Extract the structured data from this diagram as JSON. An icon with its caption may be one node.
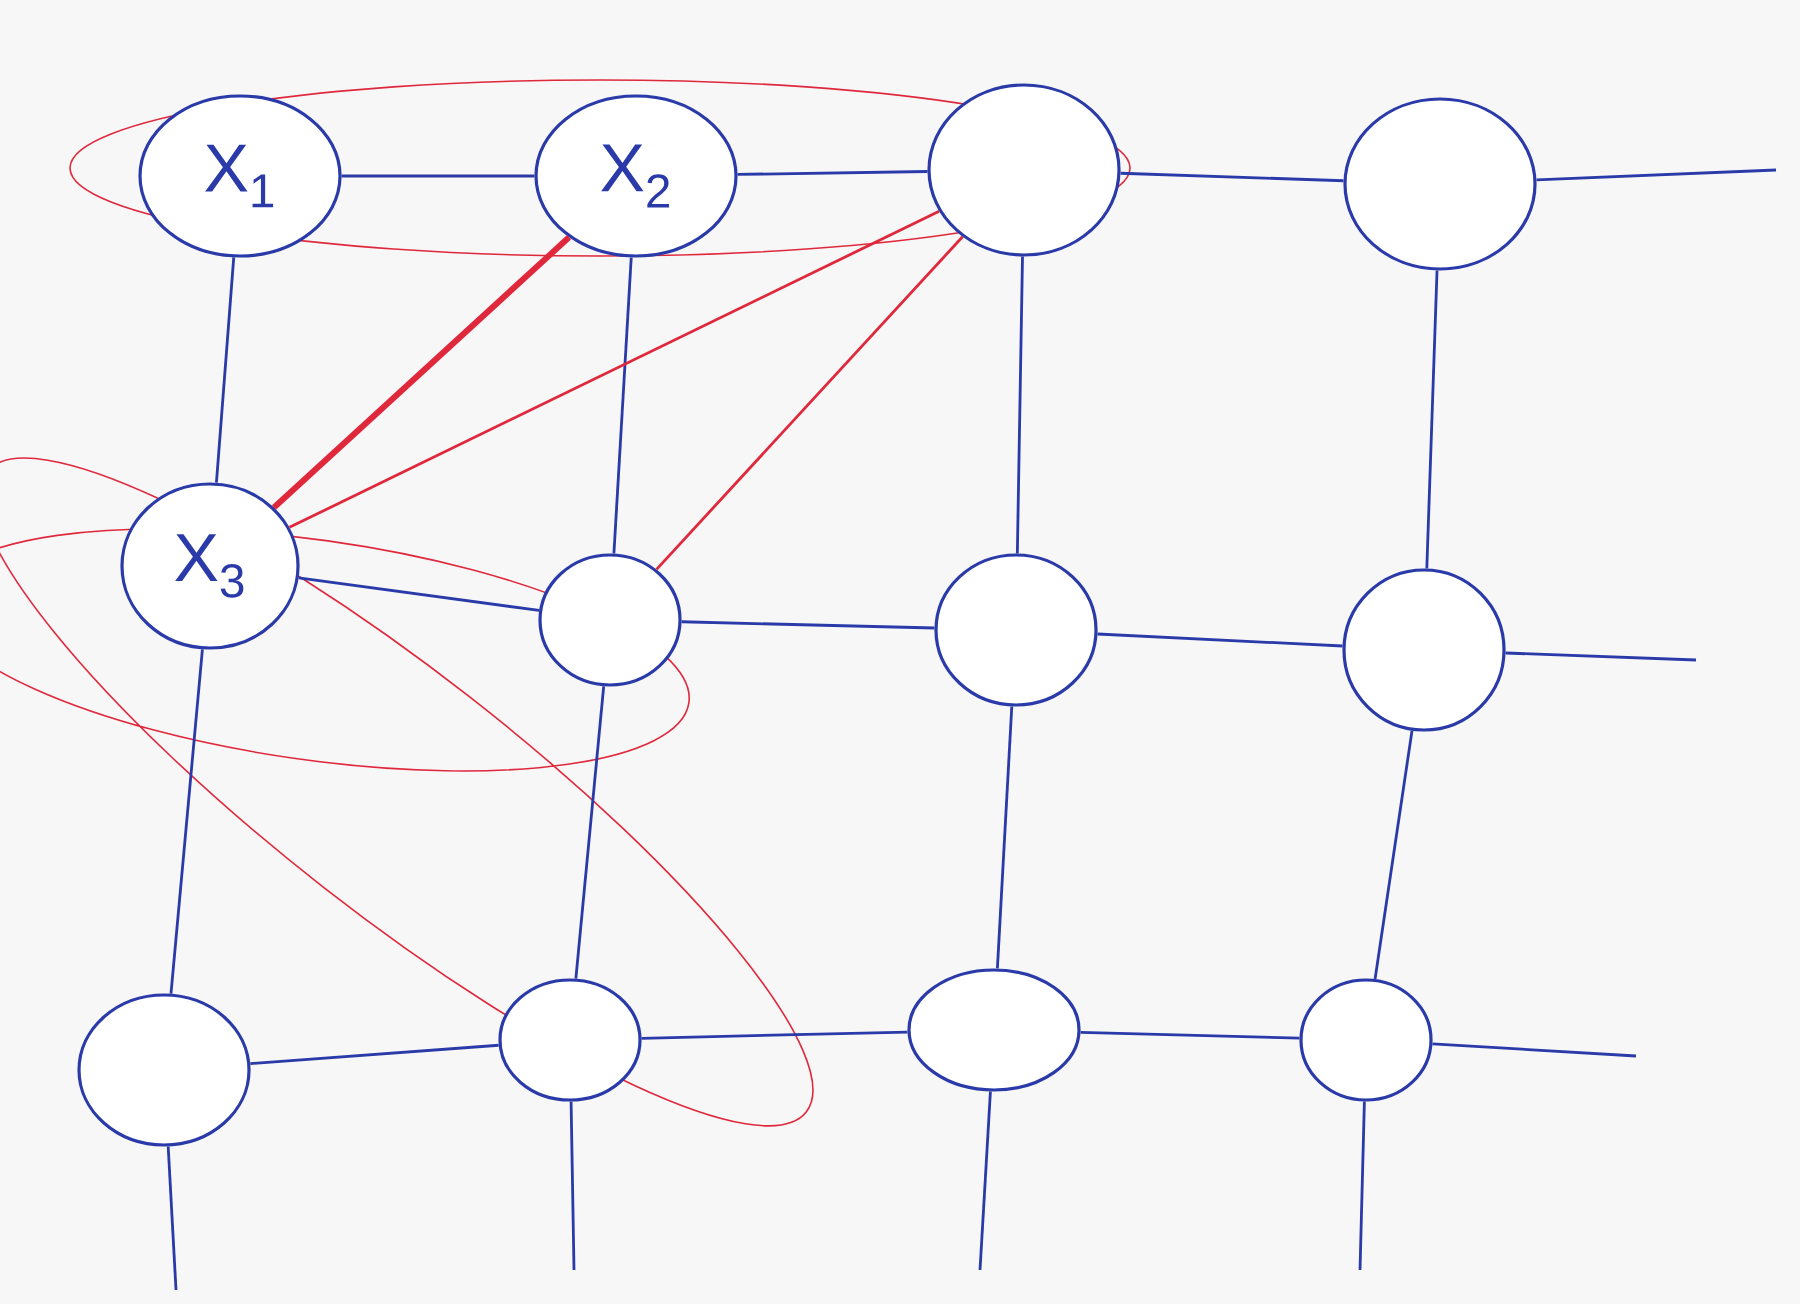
{
  "diagram": {
    "nodes": [
      {
        "text": [
          "X$_{1}$"
        ]
      },
      {
        "text": [
          "X$_{2}$"
        ]
      },
      {
        "text": [],
        "shape": "circle"
      },
      {
        "text": [],
        "shape": "circle"
      },
      {
        "text": [
          "X$_{3}$"
        ]
      },
      {
        "text": [],
        "shape": "circle"
      },
      {
        "text": [],
        "shape": "circle"
      },
      {
        "text": [],
        "shape": "circle"
      },
      {
        "text": [],
        "shape": "circle"
      },
      {
        "text": [],
        "shape": "circle"
      },
      {
        "text": [],
        "shape": "circle"
      },
      {
        "text": [],
        "shape": "circle"
      }
    ],
    "edges": [
      {
        "from": 0,
        "to": 1,
        "arrow": "none"
      },
      {
        "from": 1,
        "to": 2,
        "arrow": "none"
      },
      {
        "from": 2,
        "to": 3,
        "arrow": "none"
      },
      {
        "from": 3,
        "to": null,
        "arrow": "none"
      },
      {
        "from": 4,
        "to": 5,
        "arrow": "none"
      },
      {
        "from": 5,
        "to": 6,
        "arrow": "none"
      },
      {
        "from": 6,
        "to": 7,
        "arrow": "none"
      },
      {
        "from": 7,
        "to": null,
        "arrow": "none"
      },
      {
        "from": 8,
        "to": 9,
        "arrow": "none"
      },
      {
        "from": 9,
        "to": 10,
        "arrow": "none"
      },
      {
        "from": 10,
        "to": 11,
        "arrow": "none"
      },
      {
        "from": 11,
        "to": null,
        "arrow": "none"
      },
      {
        "from": 0,
        "to": 4,
        "arrow": "none"
      },
      {
        "from": 1,
        "to": 5,
        "arrow": "none"
      },
      {
        "from": 2,
        "to": 6,
        "arrow": "none"
      },
      {
        "from": 3,
        "to": 7,
        "arrow": "none"
      },
      {
        "from": 4,
        "to": 8,
        "arrow": "none"
      },
      {
        "from": 5,
        "to": 9,
        "arrow": "none"
      },
      {
        "from": 6,
        "to": 10,
        "arrow": "none"
      },
      {
        "from": 7,
        "to": 11,
        "arrow": "none"
      },
      {
        "from": 8,
        "to": null,
        "arrow": "none"
      },
      {
        "from": 9,
        "to": null,
        "arrow": "none"
      },
      {
        "from": 10,
        "to": null,
        "arrow": "none"
      },
      {
        "from": 11,
        "to": null,
        "arrow": "none"
      },
      {
        "from": 1,
        "to": 4,
        "arrow": "none",
        "style": "thick",
        "color": "#e0283c"
      },
      {
        "from": 2,
        "to": 4,
        "arrow": "none",
        "color": "#e0283c"
      },
      {
        "from": 2,
        "to": 5,
        "arrow": "none",
        "color": "#e0283c"
      }
    ]
  }
}
